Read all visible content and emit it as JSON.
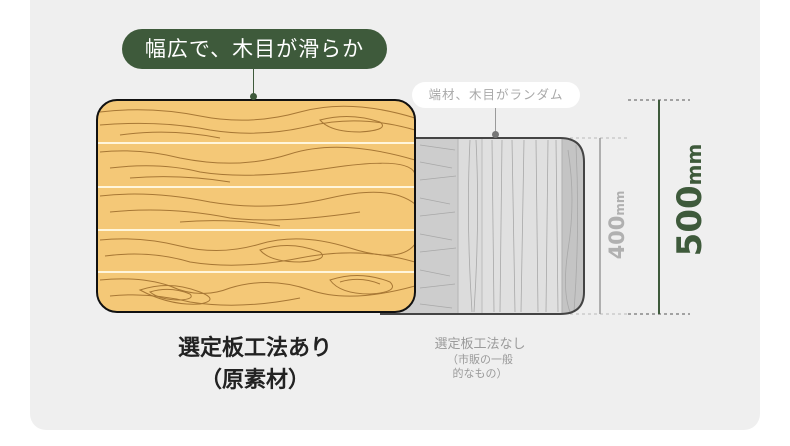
{
  "callouts": {
    "main": "幅広で、木目が滑らか",
    "sub": "端材、木目がランダム"
  },
  "labels": {
    "main_line1": "選定板工法あり",
    "main_line2": "（原素材）",
    "sub_line1": "選定板工法なし",
    "sub_line2": "（市販の一般",
    "sub_line3": "的なもの）"
  },
  "dimensions": {
    "big_value": "500",
    "big_unit": "mm",
    "small_value": "400",
    "small_unit": "mm"
  },
  "colors": {
    "accent_green": "#3e5a3b",
    "wood_fill": "#f4c877",
    "wood_grain": "#9a6a2a",
    "gray_panel": "#d2d2d2",
    "card_bg": "#efefef"
  }
}
